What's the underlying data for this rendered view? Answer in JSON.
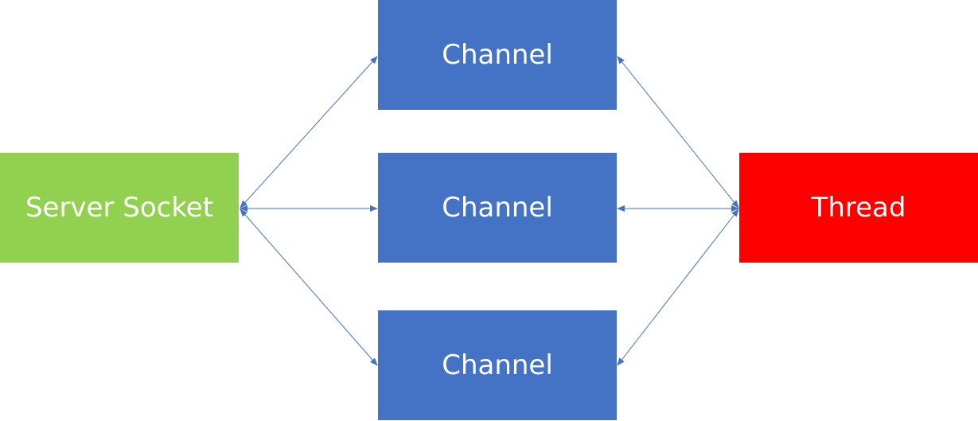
{
  "colors": {
    "server": "#92d050",
    "channel": "#4472c4",
    "thread": "#ff0000",
    "edge": "#4472c4"
  },
  "nodes": {
    "server": {
      "label": "Server Socket"
    },
    "channels": [
      {
        "label": "Channel"
      },
      {
        "label": "Channel"
      },
      {
        "label": "Channel"
      }
    ],
    "thread": {
      "label": "Thread"
    }
  }
}
